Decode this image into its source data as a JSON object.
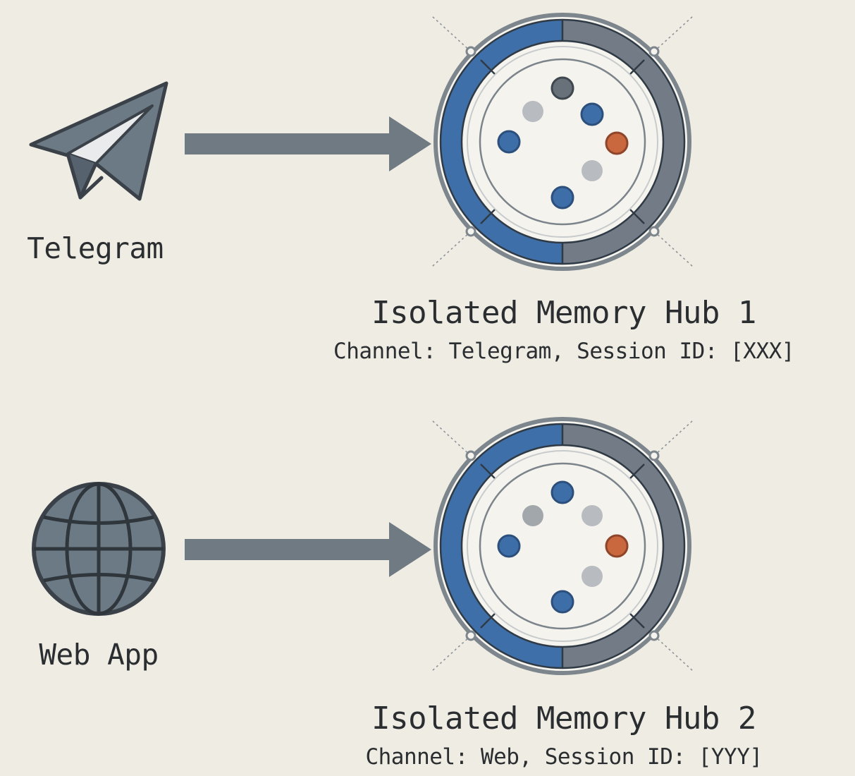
{
  "rows": [
    {
      "source": {
        "label": "Telegram",
        "icon": "telegram-paper-plane-icon"
      },
      "hub": {
        "title": "Isolated Memory Hub 1",
        "subtitle": "Channel: Telegram, Session ID: [XXX]"
      }
    },
    {
      "source": {
        "label": "Web App",
        "icon": "globe-icon"
      },
      "hub": {
        "title": "Isolated Memory Hub 2",
        "subtitle": "Channel: Web, Session ID: [YYY]"
      }
    }
  ],
  "colors": {
    "background": "#efece3",
    "icon_gray": "#6c7a86",
    "arrow_gray": "#6f7a83",
    "ring_blue": "#3f6fa8",
    "ring_gray": "#737c86",
    "dot_blue": "#3e6ea8",
    "dot_light_gray": "#b8bcc0",
    "dot_mid_gray": "#a2a7ac",
    "dot_dark_gray": "#68717a",
    "dot_orange": "#c9683f"
  }
}
